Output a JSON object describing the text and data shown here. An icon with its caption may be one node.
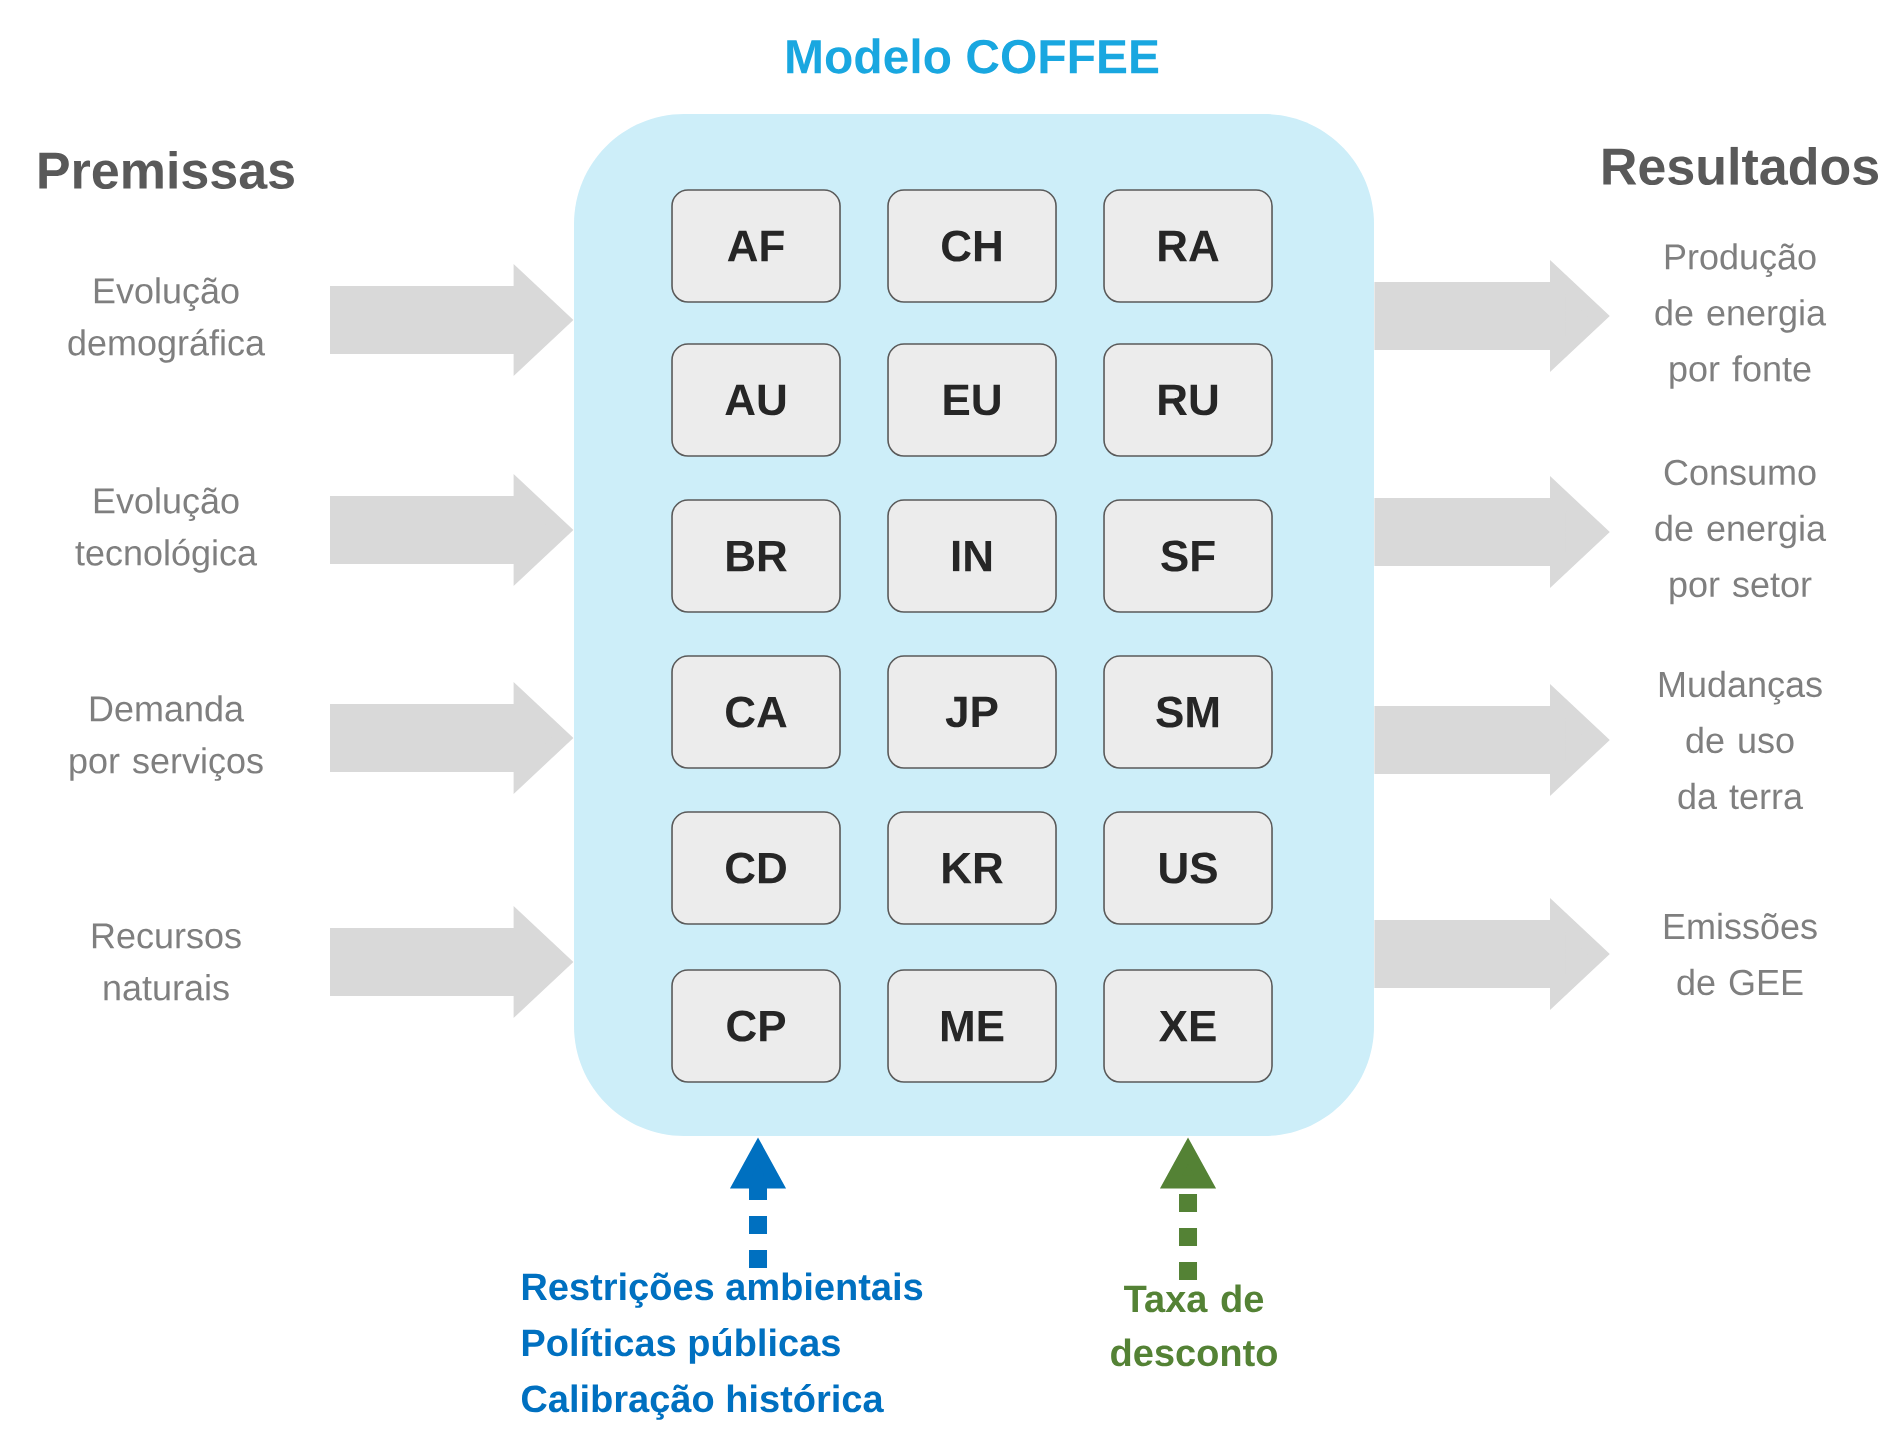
{
  "diagram": {
    "title": "Modelo COFFEE",
    "nodes": [
      {
        "text": [],
        "shape": "box"
      },
      {
        "text": [
          "AF"
        ],
        "in": 0
      },
      {
        "text": [
          "CH"
        ],
        "in": 0
      },
      {
        "text": [
          "RA"
        ],
        "in": 0
      },
      {
        "text": [
          "AU"
        ],
        "in": 0
      },
      {
        "text": [
          "EU"
        ],
        "in": 0
      },
      {
        "text": [
          "RU"
        ],
        "in": 0
      },
      {
        "text": [
          "BR"
        ],
        "in": 0
      },
      {
        "text": [
          "IN"
        ],
        "in": 0
      },
      {
        "text": [
          "SF"
        ],
        "in": 0
      },
      {
        "text": [
          "CA"
        ],
        "in": 0
      },
      {
        "text": [
          "JP"
        ],
        "in": 0
      },
      {
        "text": [
          "SM"
        ],
        "in": 0
      },
      {
        "text": [
          "CD"
        ],
        "in": 0
      },
      {
        "text": [
          "KR"
        ],
        "in": 0
      },
      {
        "text": [
          "US"
        ],
        "in": 0
      },
      {
        "text": [
          "CP"
        ],
        "in": 0
      },
      {
        "text": [
          "ME"
        ],
        "in": 0
      },
      {
        "text": [
          "XE"
        ],
        "in": 0
      },
      {
        "text": [
          "Evolução demográfica"
        ]
      },
      {
        "text": [
          "Evolução tecnológica"
        ]
      },
      {
        "text": [
          "Demanda por serviços"
        ]
      },
      {
        "text": [
          "Recursos naturais"
        ]
      },
      {
        "text": [
          "Produção de energia por fonte"
        ]
      },
      {
        "text": [
          "Consumo de energia por setor"
        ]
      },
      {
        "text": [
          "Mudanças de uso da terra"
        ]
      },
      {
        "text": [
          "Emissões de GEE"
        ]
      },
      {
        "text": [
          "Restrições ambientais",
          "Políticas públicas",
          "Calibração histórica"
        ]
      },
      {
        "text": [
          "Taxa de desconto"
        ]
      }
    ],
    "edges": [
      {
        "from": 19,
        "to": 0,
        "arrow": "to"
      },
      {
        "from": 20,
        "to": 0,
        "arrow": "to"
      },
      {
        "from": 21,
        "to": 0,
        "arrow": "to"
      },
      {
        "from": 22,
        "to": 0,
        "arrow": "to"
      },
      {
        "from": 0,
        "to": 23,
        "arrow": "to"
      },
      {
        "from": 0,
        "to": 24,
        "arrow": "to"
      },
      {
        "from": 0,
        "to": 25,
        "arrow": "to"
      },
      {
        "from": 0,
        "to": 26,
        "arrow": "to"
      },
      {
        "from": 27,
        "to": 0,
        "arrow": "to",
        "style": "dashed",
        "color": "#0070c0"
      },
      {
        "from": 28,
        "to": 0,
        "arrow": "to",
        "style": "dashed",
        "color": "#548235"
      }
    ],
    "labels": [
      "Premissas",
      "Resultados"
    ]
  }
}
